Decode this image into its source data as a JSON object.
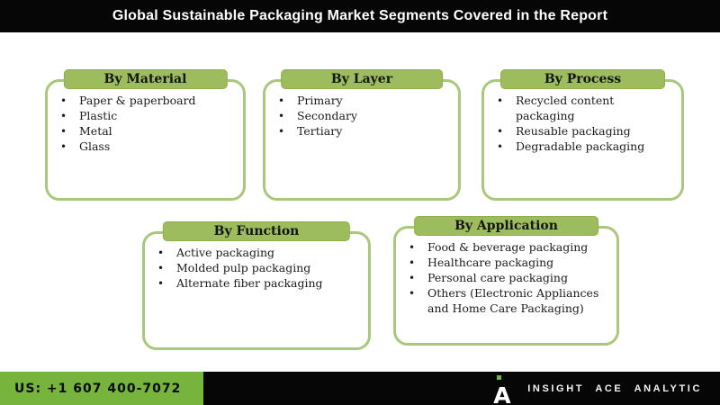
{
  "header": {
    "title": "Global Sustainable Packaging Market Segments Covered in the Report"
  },
  "segments": [
    {
      "label": "By Material",
      "items": [
        "Paper & paperboard",
        "Plastic",
        "Metal",
        "Glass"
      ]
    },
    {
      "label": "By Layer",
      "items": [
        "Primary",
        "Secondary",
        "Tertiary"
      ]
    },
    {
      "label": "By Process",
      "items": [
        "Recycled content packaging",
        "Reusable packaging",
        "Degradable packaging"
      ]
    },
    {
      "label": "By Function",
      "items": [
        "Active packaging",
        "Molded pulp packaging",
        "Alternate fiber packaging"
      ]
    },
    {
      "label": "By Application",
      "items": [
        "Food & beverage packaging",
        "Healthcare packaging",
        "Personal care packaging",
        "Others (Electronic Appliances and Home Care Packaging)"
      ]
    }
  ],
  "footer": {
    "phone": "US: +1 607 400-7072",
    "brand": "INSIGHT ACE ANALYTIC",
    "logo_letter": "A"
  },
  "colors": {
    "tab_green": "#9dbc5e",
    "border_green": "#a9c87c",
    "footer_green": "#76b43e",
    "bar_black": "#060606",
    "ink": "#1c1c1c"
  }
}
